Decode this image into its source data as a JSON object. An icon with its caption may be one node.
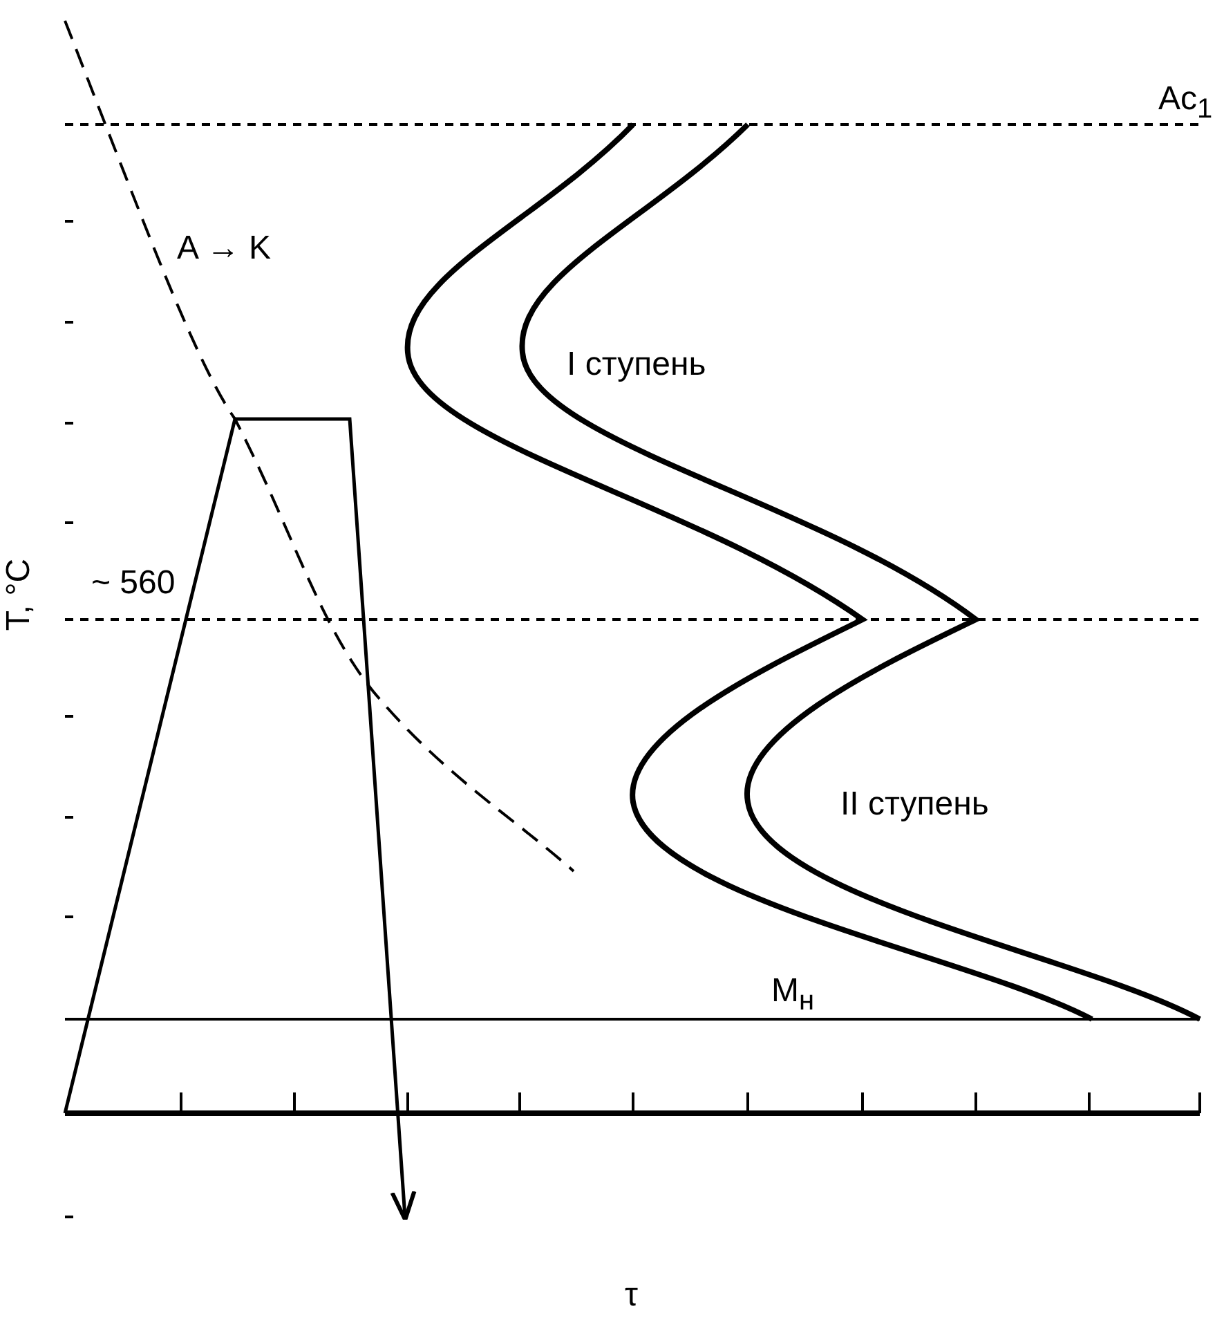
{
  "diagram": {
    "labels": [
      "Ac$_{1}$",
      "A → K",
      "I ступень",
      "~ 560",
      "II ступень",
      "M$_{н}$",
      "T, °C",
      "τ"
    ]
  }
}
